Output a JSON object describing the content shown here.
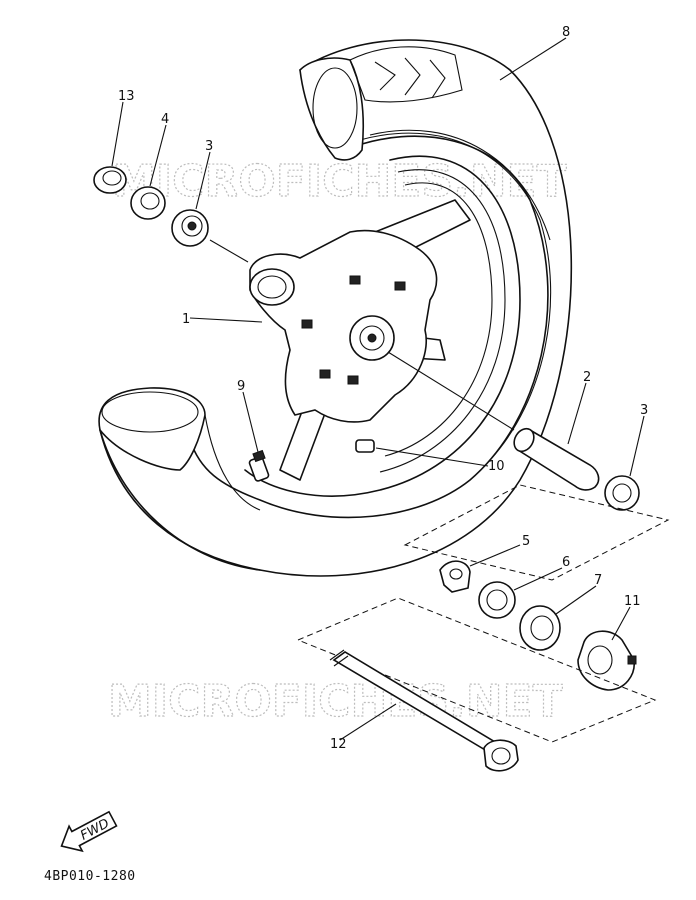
{
  "watermark_top": "MICROFICHES.NET",
  "watermark_bottom": "MICROFICHES.NET",
  "callouts": {
    "c1": "1",
    "c2": "2",
    "c3a": "3",
    "c3b": "3",
    "c4": "4",
    "c5": "5",
    "c6": "6",
    "c7": "7",
    "c8": "8",
    "c9": "9",
    "c10": "10",
    "c11": "11",
    "c12": "12",
    "c13": "13"
  },
  "fwd_label": "FWD",
  "figure_code": "4BP010-1280"
}
